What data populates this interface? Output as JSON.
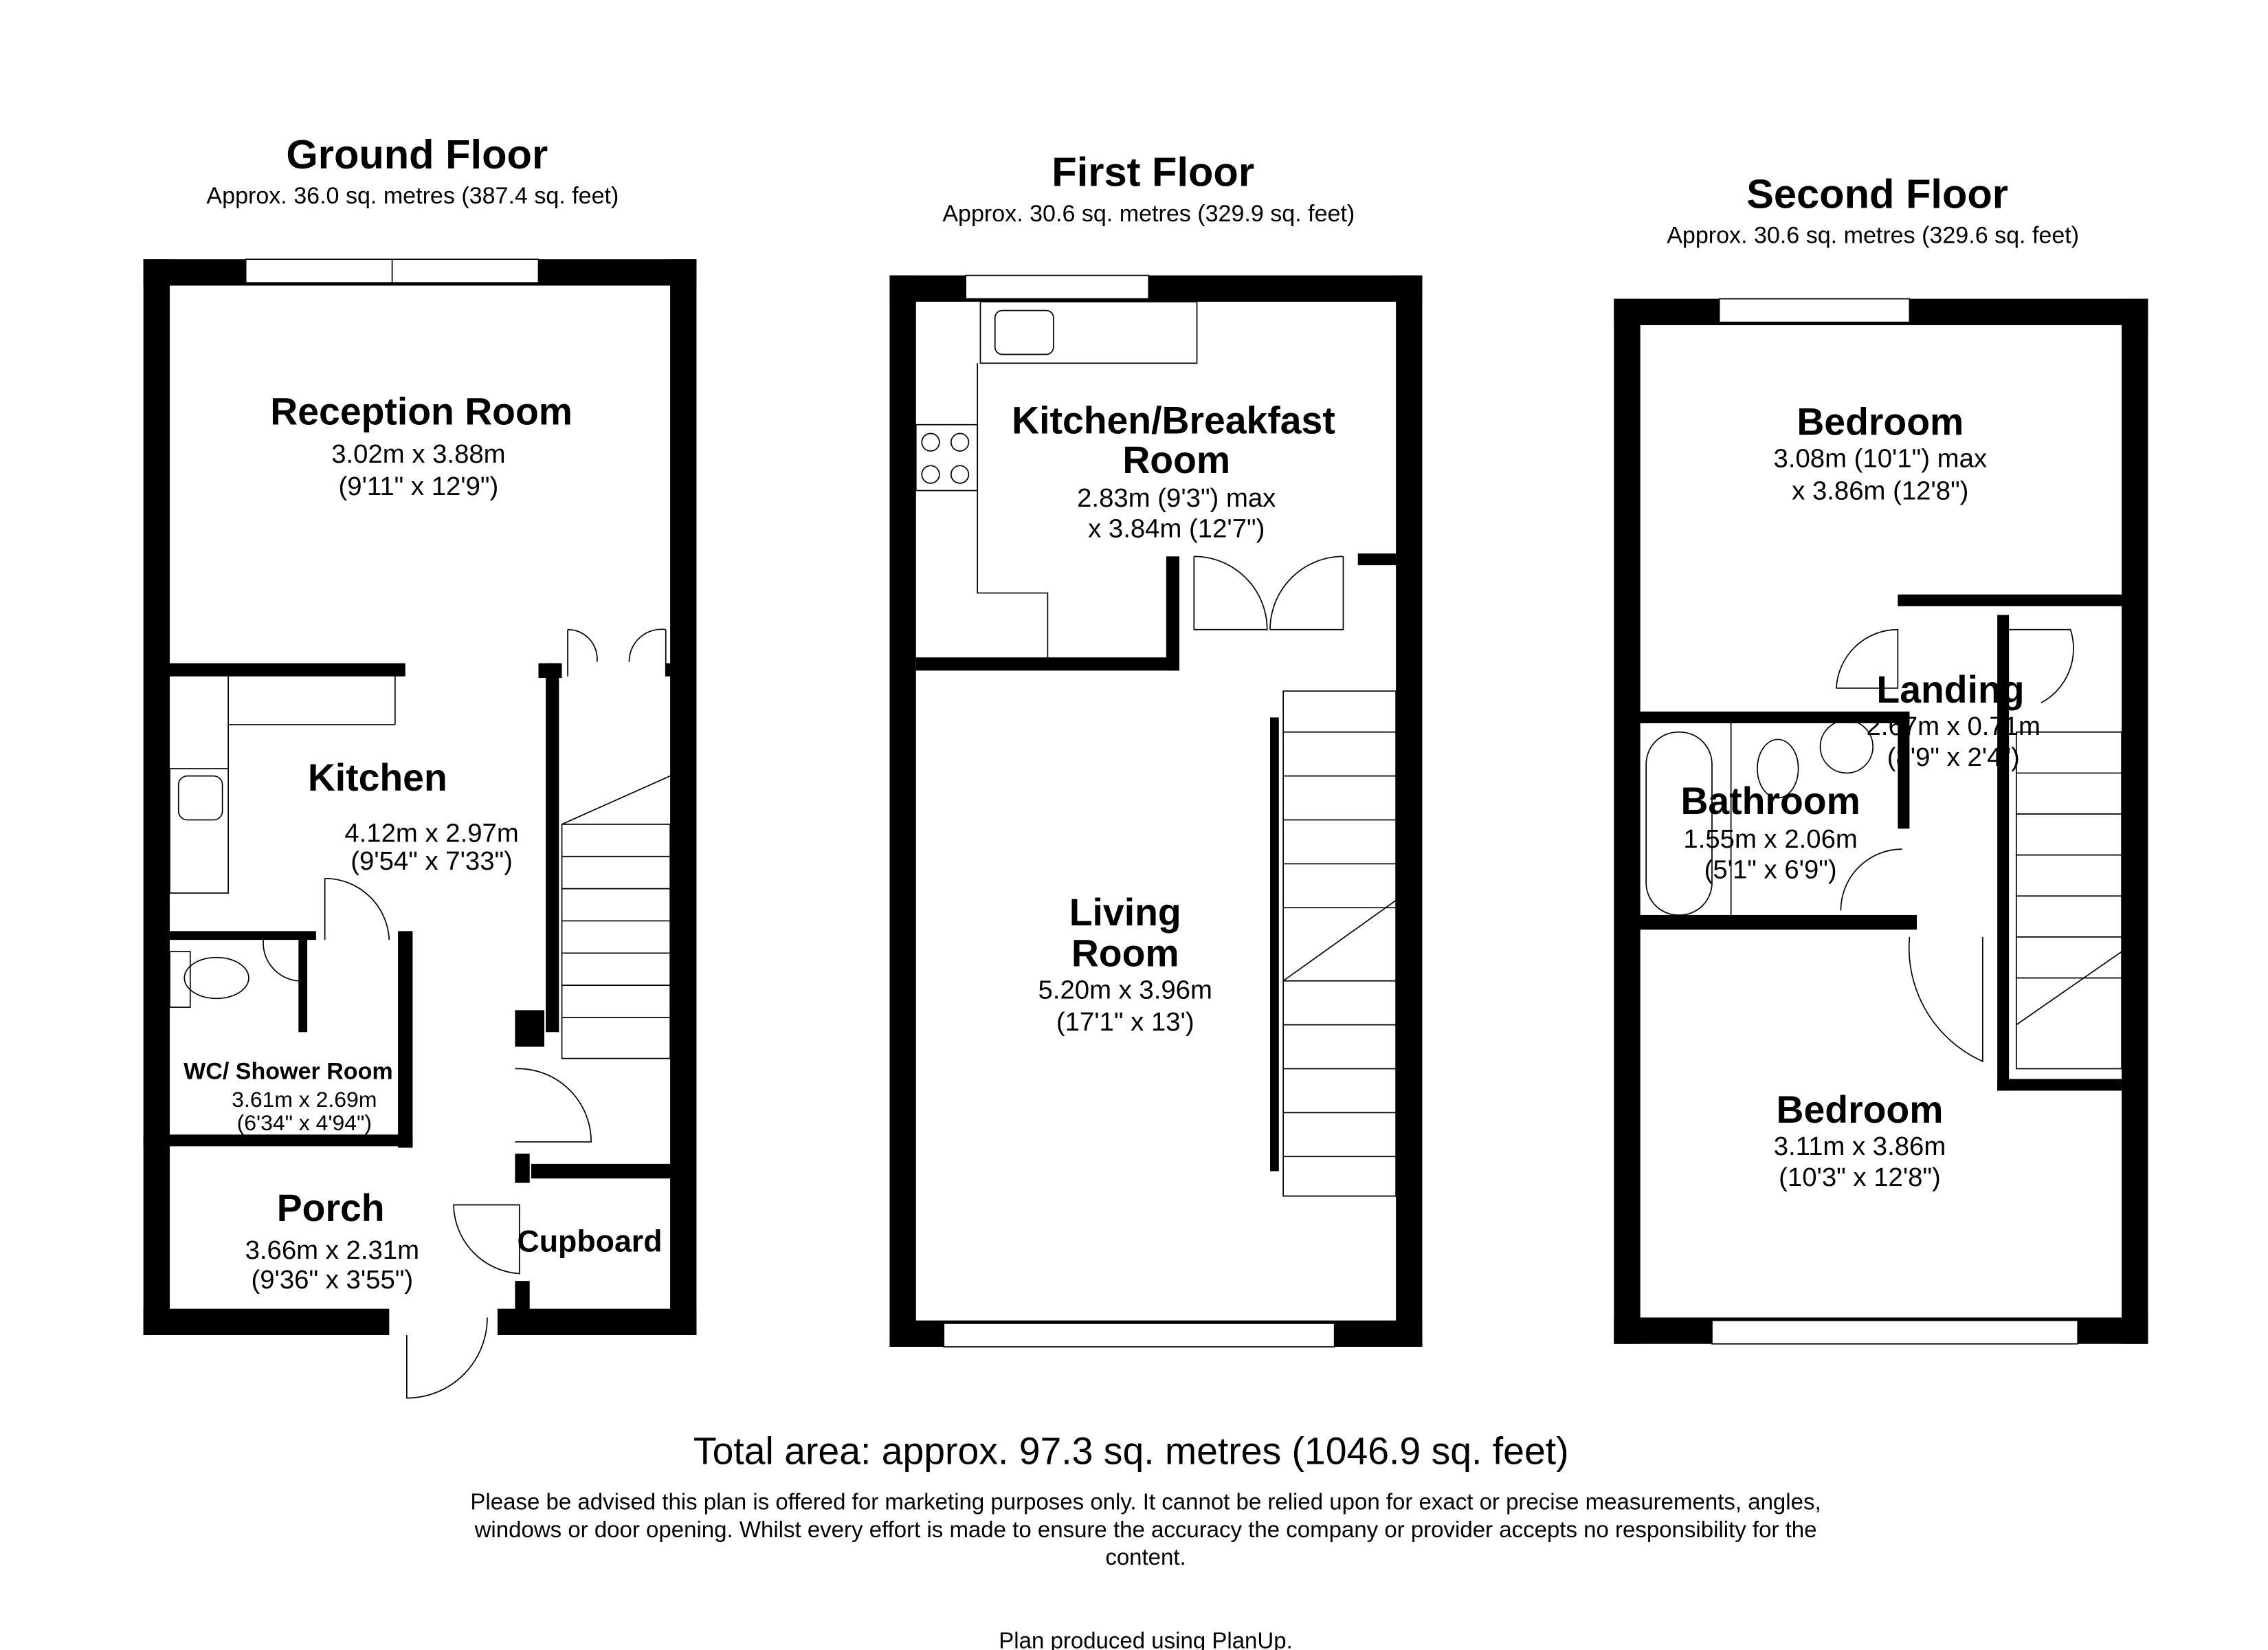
{
  "floors": [
    {
      "title": "Ground Floor",
      "area": "Approx. 36.0 sq. metres (387.4 sq. feet)",
      "rooms": [
        {
          "name": "Reception Room",
          "dim_m": "3.02m x 3.88m",
          "dim_ft": "(9'11\" x 12'9\")"
        },
        {
          "name": "Kitchen",
          "dim_m": "4.12m x 2.97m",
          "dim_ft": "(9'54\" x 7'33\")"
        },
        {
          "name": "WC/ Shower Room",
          "dim_m": "3.61m x 2.69m",
          "dim_ft": "(6'34\" x 4'94\")"
        },
        {
          "name": "Porch",
          "dim_m": "3.66m x 2.31m",
          "dim_ft": "(9'36\" x 3'55\")"
        },
        {
          "name": "Cupboard"
        }
      ]
    },
    {
      "title": "First Floor",
      "area": "Approx. 30.6 sq. metres (329.9 sq. feet)",
      "rooms": [
        {
          "name_l1": "Kitchen/Breakfast",
          "name_l2": "Room",
          "dim_m": "2.83m (9'3\") max",
          "dim_ft": "x 3.84m (12'7\")"
        },
        {
          "name_l1": "Living",
          "name_l2": "Room",
          "dim_m": "5.20m x 3.96m",
          "dim_ft": "(17'1\" x 13')"
        }
      ]
    },
    {
      "title": "Second Floor",
      "area": "Approx. 30.6 sq. metres (329.6 sq. feet)",
      "rooms": [
        {
          "name": "Bedroom",
          "dim_m": "3.08m (10'1\") max",
          "dim_ft": "x 3.86m (12'8\")"
        },
        {
          "name": "Landing",
          "dim_m": "2.67m x 0.71m",
          "dim_ft": "(8'9\" x 2'4\")"
        },
        {
          "name": "Bathroom",
          "dim_m": "1.55m x 2.06m",
          "dim_ft": "(5'1\" x 6'9\")"
        },
        {
          "name": "Bedroom",
          "dim_m": "3.11m x 3.86m",
          "dim_ft": "(10'3\" x 12'8\")"
        }
      ]
    }
  ],
  "total_area": "Total area: approx. 97.3 sq. metres (1046.9 sq. feet)",
  "disclaimer": [
    "Please be advised this plan is offered for marketing purposes only. It cannot be relied upon for exact or precise measurements, angles,",
    "windows or door opening. Whilst every effort is made to ensure the accuracy the company or provider accepts no responsibility for the",
    "content."
  ],
  "credit": "Plan produced using PlanUp."
}
